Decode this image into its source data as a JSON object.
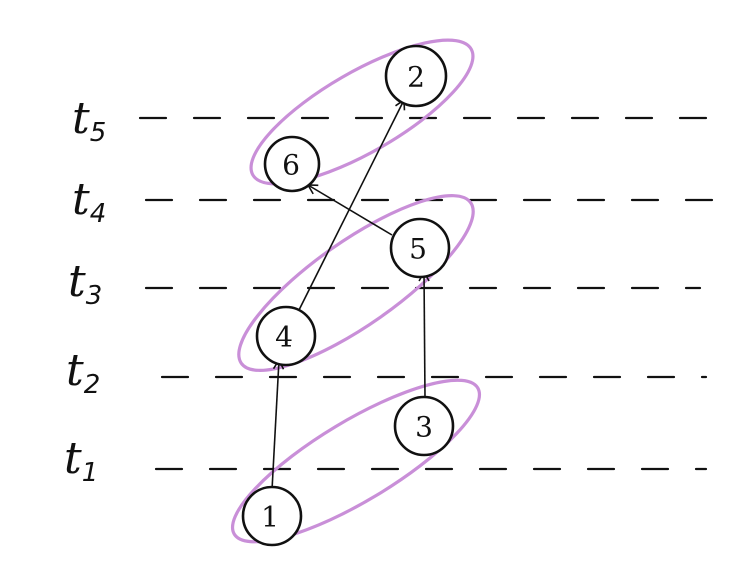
{
  "colors": {
    "ink": "#111111",
    "group": "#c98fd8"
  },
  "time_levels": [
    {
      "id": "t5",
      "label": "t",
      "sub": "5"
    },
    {
      "id": "t4",
      "label": "t",
      "sub": "4"
    },
    {
      "id": "t3",
      "label": "t",
      "sub": "3"
    },
    {
      "id": "t2",
      "label": "t",
      "sub": "2"
    },
    {
      "id": "t1",
      "label": "t",
      "sub": "1"
    }
  ],
  "nodes": [
    {
      "id": "n1",
      "label": "1"
    },
    {
      "id": "n2",
      "label": "2"
    },
    {
      "id": "n3",
      "label": "3"
    },
    {
      "id": "n4",
      "label": "4"
    },
    {
      "id": "n5",
      "label": "5"
    },
    {
      "id": "n6",
      "label": "6"
    }
  ],
  "edges": [
    {
      "from": "1",
      "to": "4"
    },
    {
      "from": "3",
      "to": "5"
    },
    {
      "from": "4",
      "to": "2"
    },
    {
      "from": "5",
      "to": "6"
    }
  ],
  "groups": [
    {
      "members": [
        "1",
        "3"
      ]
    },
    {
      "members": [
        "4",
        "5"
      ]
    },
    {
      "members": [
        "6",
        "2"
      ]
    }
  ]
}
